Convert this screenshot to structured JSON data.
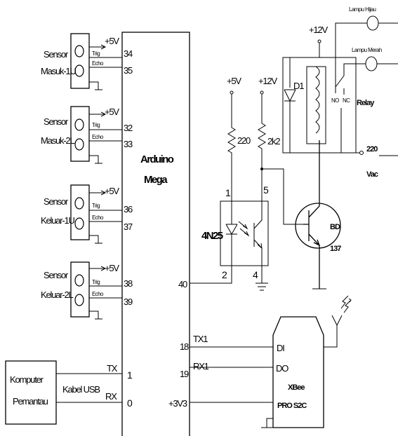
{
  "arduino": {
    "name_line1": "Arduino",
    "name_line2": "Mega"
  },
  "sensors": [
    {
      "label_line1": "Sensor",
      "label_line2": "Masuk-1U",
      "vcc": "+5V",
      "trig": "Trig",
      "echo": "Echo",
      "trig_pin": "34",
      "echo_pin": "35"
    },
    {
      "label_line1": "Sensor",
      "label_line2": "Masuk-2L",
      "vcc": "+5V",
      "trig": "Trig",
      "echo": "Echo",
      "trig_pin": "32",
      "echo_pin": "33"
    },
    {
      "label_line1": "Sensor",
      "label_line2": "Keluar-1U",
      "vcc": "+5V",
      "trig": "Trig",
      "echo": "Echo",
      "trig_pin": "36",
      "echo_pin": "37"
    },
    {
      "label_line1": "Sensor",
      "label_line2": "Keluar-2L",
      "vcc": "+5V",
      "trig": "Trig",
      "echo": "Echo",
      "trig_pin": "38",
      "echo_pin": "39"
    }
  ],
  "computer": {
    "label_line1": "Komputer",
    "label_line2": "Pemantau",
    "cable": "Kabel USB",
    "tx": "TX",
    "rx": "RX",
    "tx_pin": "1",
    "rx_pin": "0"
  },
  "optocoupler": {
    "name": "4N25",
    "pin1": "1",
    "pin2": "2",
    "pin4": "4",
    "pin5": "5",
    "arduino_pin": "40"
  },
  "power": {
    "v5": "+5V",
    "v12_left": "+12V",
    "v12_top": "+12V"
  },
  "resistors": {
    "r1": "220",
    "r2": "2k2"
  },
  "transistor": {
    "name_line1": "BD",
    "name_line2": "137"
  },
  "relay": {
    "diode": "D1",
    "no": "NO",
    "nc": "NC",
    "label": "Relay"
  },
  "lamps": {
    "green": "Lampu Hijau",
    "red": "Lampu Merah"
  },
  "mains": {
    "line1": "220",
    "line2": "Vac"
  },
  "xbee": {
    "name_line1": "XBee",
    "name_line2": "PRO S2C",
    "din": "DI",
    "dout": "DO",
    "tx1": "TX1",
    "rx1": "RX1",
    "tx1_pin": "18",
    "rx1_pin": "19",
    "v33": "+3V3"
  }
}
